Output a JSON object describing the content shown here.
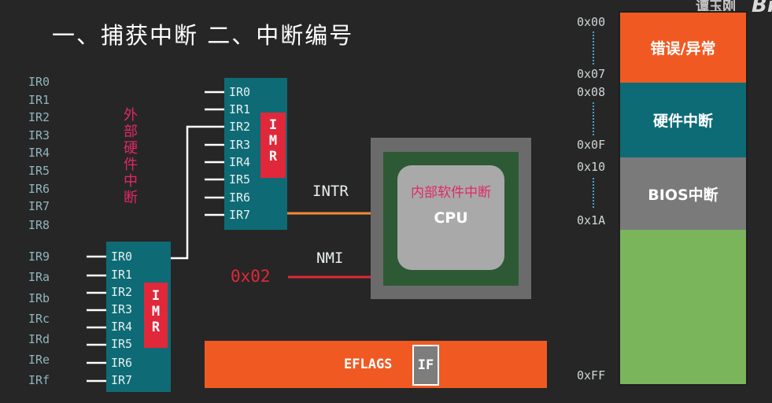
{
  "title": "一、捕获中断  二、中断编号",
  "watermark": "谭玉刚",
  "external_ir_labels": [
    "IR0",
    "IR1",
    "IR2",
    "IR3",
    "IR4",
    "IR5",
    "IR6",
    "IR7",
    "IR8",
    "IR9",
    "IRa",
    "IRb",
    "IRc",
    "IRd",
    "IRe",
    "IRf"
  ],
  "external_hardware_label": "外部硬件中断",
  "master_pic": {
    "pins": [
      "IR0",
      "IR1",
      "IR2",
      "IR3",
      "IR4",
      "IR5",
      "IR6",
      "IR7"
    ],
    "imr": "IMR"
  },
  "slave_pic": {
    "pins": [
      "IR0",
      "IR1",
      "IR2",
      "IR3",
      "IR4",
      "IR5",
      "IR6",
      "IR7"
    ],
    "imr": "IMR"
  },
  "signals": {
    "intr": "INTR",
    "nmi": "NMI",
    "nmi_vector": "0x02"
  },
  "cpu": {
    "label": "CPU",
    "internal_label": "内部软件中断"
  },
  "eflags": {
    "label": "EFLAGS",
    "flag": "IF"
  },
  "vector_table": {
    "segments": [
      {
        "label": "错误/异常",
        "color": "#f05a22"
      },
      {
        "label": "硬件中断",
        "color": "#0d6b76"
      },
      {
        "label": "BIOS中断",
        "color": "#7a7a7a"
      },
      {
        "label": "",
        "color": "#7ab55c"
      }
    ],
    "addresses": [
      "0x00",
      "0x07",
      "0x08",
      "0x0F",
      "0x10",
      "0x1A",
      "0xFF"
    ]
  },
  "colors": {
    "accent_orange": "#f05a22",
    "teal": "#0d6b76",
    "red": "#e0283a",
    "green": "#7ab55c",
    "magenta": "#e0286a"
  }
}
